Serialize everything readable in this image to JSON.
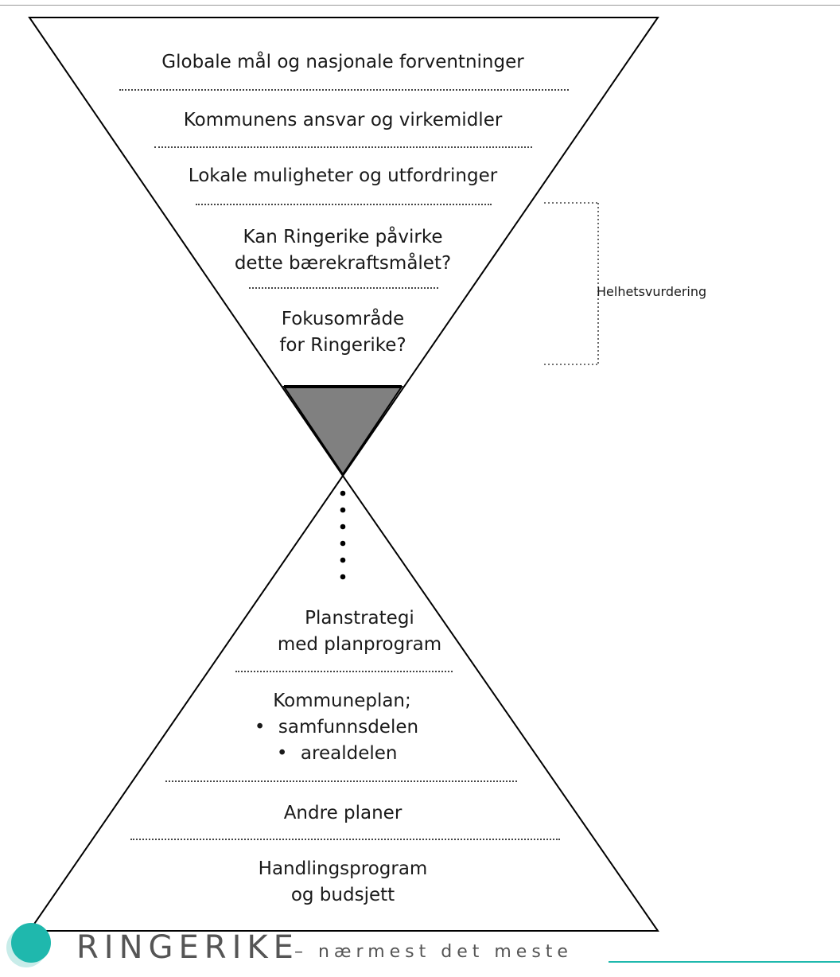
{
  "top_funnel": {
    "levels": [
      "Globale mål og nasjonale forventninger",
      "Kommunens ansvar og virkemidler",
      "Lokale muligheter og utfordringer",
      "Kan Ringerike påvirke\ndette bærekraftsmålet?",
      "Fokusområde\nfor Ringerike?"
    ]
  },
  "bracket": {
    "label": "Helhetsvurdering"
  },
  "bottom_pyramid": {
    "level_1": "Planstrategi\nmed planprogram",
    "level_2": {
      "title": "Kommuneplan;",
      "bullets": [
        "samfunnsdelen",
        "arealdelen"
      ]
    },
    "level_3": "Andre planer",
    "level_4": "Handlingsprogram\nog budsjett"
  },
  "footer": {
    "logo_name": "RINGERIKE",
    "tagline": "– nærmest det meste",
    "accent_color": "#1fb8ad",
    "funnel_tip_color": "#808080"
  }
}
